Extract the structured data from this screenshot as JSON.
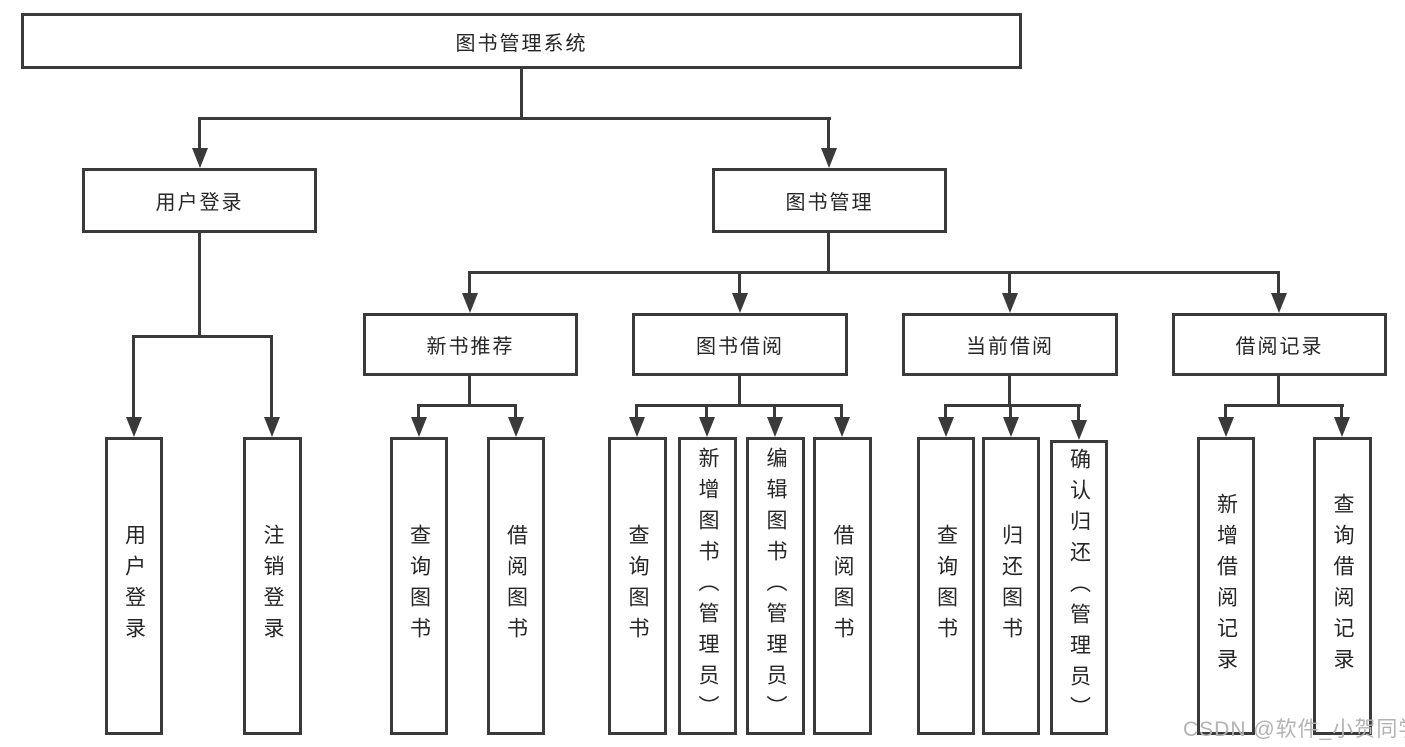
{
  "tree": {
    "root": {
      "label": "图书管理系统"
    },
    "branches": [
      {
        "label": "用户登录",
        "children": [
          {
            "label": "用户登录"
          },
          {
            "label": "注销登录"
          }
        ]
      },
      {
        "label": "图书管理",
        "children": [
          {
            "label": "新书推荐",
            "children": [
              {
                "label": "查询图书"
              },
              {
                "label": "借阅图书"
              }
            ]
          },
          {
            "label": "图书借阅",
            "children": [
              {
                "label": "查询图书"
              },
              {
                "label": "新增图书（管理员）"
              },
              {
                "label": "编辑图书（管理员）"
              },
              {
                "label": "借阅图书"
              }
            ]
          },
          {
            "label": "当前借阅",
            "children": [
              {
                "label": "查询图书"
              },
              {
                "label": "归还图书"
              },
              {
                "label": "确认归还（管理员）"
              }
            ]
          },
          {
            "label": "借阅记录",
            "children": [
              {
                "label": "新增借阅记录"
              },
              {
                "label": "查询借阅记录"
              }
            ]
          }
        ]
      }
    ]
  },
  "watermark": {
    "text": "CSDN @软件_小贺同学"
  },
  "colors": {
    "line": "#3a3a3a",
    "text": "#262626",
    "background": "#ffffff",
    "watermark": "#b3b3b3"
  }
}
